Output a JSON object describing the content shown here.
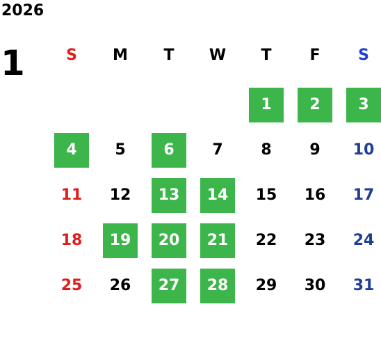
{
  "calendar": {
    "year": "2026",
    "month": "1",
    "weekdays": [
      "S",
      "M",
      "T",
      "W",
      "T",
      "F",
      "S"
    ],
    "first_weekday_index": 4,
    "days": [
      {
        "label": "1",
        "highlighted": true
      },
      {
        "label": "2",
        "highlighted": true
      },
      {
        "label": "3",
        "highlighted": true
      },
      {
        "label": "4",
        "highlighted": true
      },
      {
        "label": "5",
        "highlighted": false
      },
      {
        "label": "6",
        "highlighted": true
      },
      {
        "label": "7",
        "highlighted": false
      },
      {
        "label": "8",
        "highlighted": false
      },
      {
        "label": "9",
        "highlighted": false
      },
      {
        "label": "10",
        "highlighted": false
      },
      {
        "label": "11",
        "highlighted": false
      },
      {
        "label": "12",
        "highlighted": false
      },
      {
        "label": "13",
        "highlighted": true
      },
      {
        "label": "14",
        "highlighted": true
      },
      {
        "label": "15",
        "highlighted": false
      },
      {
        "label": "16",
        "highlighted": false
      },
      {
        "label": "17",
        "highlighted": false
      },
      {
        "label": "18",
        "highlighted": false
      },
      {
        "label": "19",
        "highlighted": true
      },
      {
        "label": "20",
        "highlighted": true
      },
      {
        "label": "21",
        "highlighted": true
      },
      {
        "label": "22",
        "highlighted": false
      },
      {
        "label": "23",
        "highlighted": false
      },
      {
        "label": "24",
        "highlighted": false
      },
      {
        "label": "25",
        "highlighted": false
      },
      {
        "label": "26",
        "highlighted": false
      },
      {
        "label": "27",
        "highlighted": true
      },
      {
        "label": "28",
        "highlighted": true
      },
      {
        "label": "29",
        "highlighted": false
      },
      {
        "label": "30",
        "highlighted": false
      },
      {
        "label": "31",
        "highlighted": false
      }
    ]
  },
  "colors": {
    "highlight": "#3cb54a",
    "sunday": "#e21b1b",
    "saturday_header": "#1f3fd6",
    "saturday": "#1f3f96",
    "default_text": "#000000"
  }
}
